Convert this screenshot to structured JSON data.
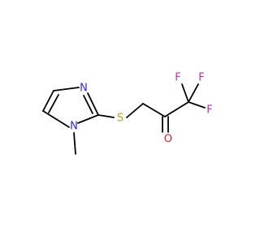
{
  "molecule": {
    "atoms": [
      {
        "id": "n-imine",
        "label": "N",
        "color": "#2a2ad6"
      },
      {
        "id": "n-methyl",
        "label": "N",
        "color": "#2a2ad6"
      },
      {
        "id": "s",
        "label": "S",
        "color": "#b8a21a"
      },
      {
        "id": "o",
        "label": "O",
        "color": "#e02020"
      },
      {
        "id": "f-top-left",
        "label": "F",
        "color": "#c02bb0"
      },
      {
        "id": "f-top-right",
        "label": "F",
        "color": "#c02bb0"
      },
      {
        "id": "f-right",
        "label": "F",
        "color": "#c02bb0"
      }
    ],
    "bond_color": "#000000"
  }
}
